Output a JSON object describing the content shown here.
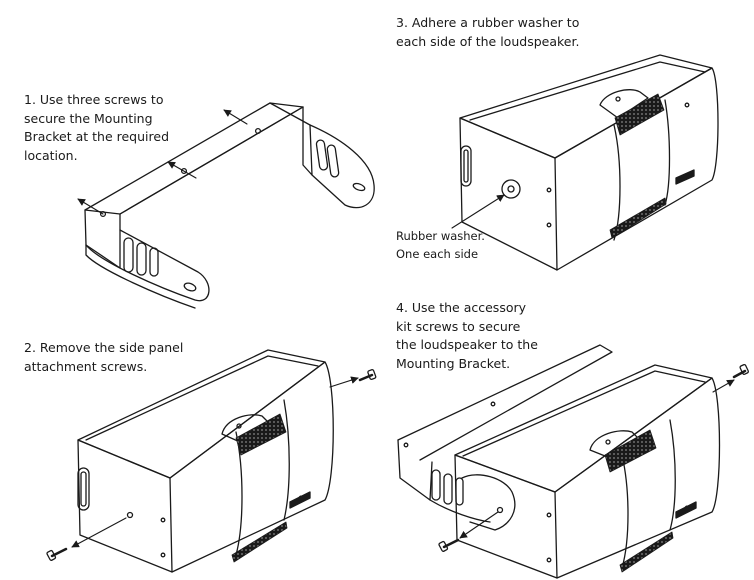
{
  "steps": [
    {
      "number": "1",
      "text": "1. Use three screws to\nsecure the Mounting\nBracket at the required\nlocation."
    },
    {
      "number": "2",
      "text": "2. Remove the side panel\nattachment screws."
    },
    {
      "number": "3",
      "text": "3. Adhere a rubber washer to\neach side of the loudspeaker."
    },
    {
      "number": "4",
      "text": "4. Use the accessory\nkit screws to secure\nthe loudspeaker to the\nMounting Bracket."
    }
  ],
  "callouts": {
    "rubber_washer": "Rubber washer.\nOne each side"
  },
  "colors": {
    "line": "#1a1a1a",
    "background": "#ffffff",
    "grille": "#222222"
  }
}
